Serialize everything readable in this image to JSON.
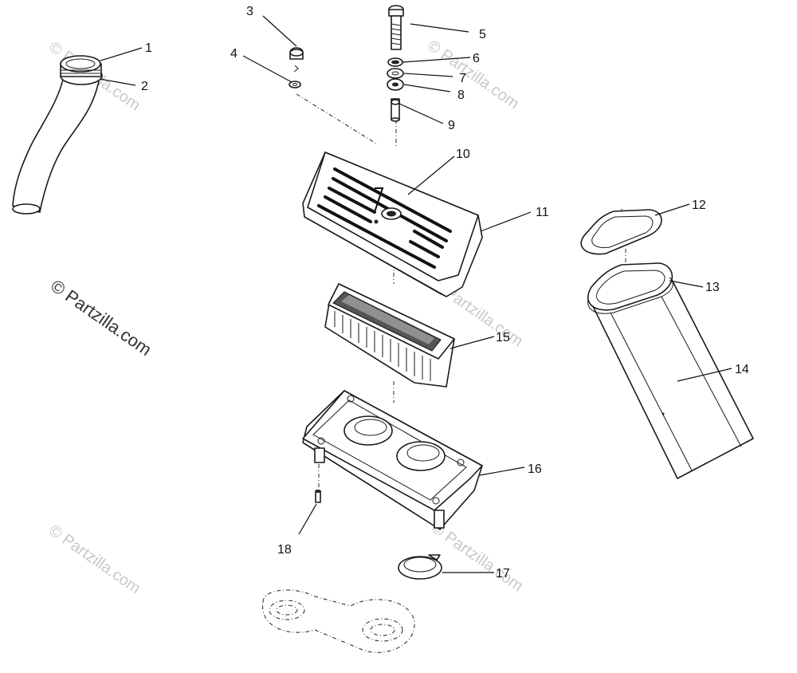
{
  "watermark": {
    "main_text": "© Partzilla.com",
    "faint_text": "© Partzilla.com"
  },
  "callouts": [
    "1",
    "2",
    "3",
    "4",
    "5",
    "6",
    "7",
    "8",
    "9",
    "10",
    "11",
    "12",
    "13",
    "14",
    "15",
    "16",
    "17",
    "18"
  ]
}
